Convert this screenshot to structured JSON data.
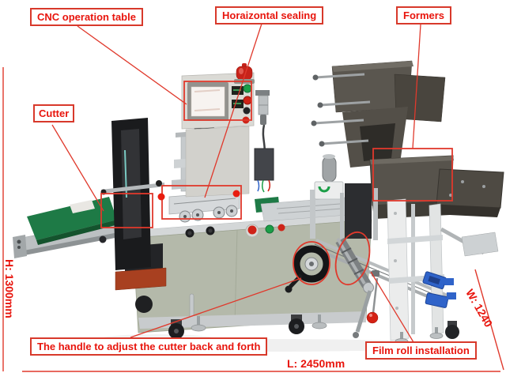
{
  "callouts": {
    "cnc_operation_table": {
      "label": "CNC operation table"
    },
    "horizontal_sealing": {
      "label": "Horaizontal sealing"
    },
    "formers": {
      "label": "Formers"
    },
    "cutter": {
      "label": "Cutter"
    },
    "cutter_handle": {
      "label": "The handle to adjust the cutter back and forth"
    },
    "film_roll": {
      "label": "Film roll installation"
    }
  },
  "dimensions": {
    "height": "H: 1300mm",
    "length": "L: 2450mm",
    "width": "W: 1240"
  },
  "colors": {
    "annotation_line": "#e0392c",
    "annotation_text": "#e8150d",
    "callout_border": "#d8392b",
    "callout_background": "#ffffff",
    "belt_green": "#1e7a46",
    "machine_body_green_gray": "#b4b9aa",
    "formers_dark_gray": "#57534c",
    "stainless_silver": "#c6cacc",
    "frame_white": "#ebecec",
    "clamp_blue": "#2f63c9",
    "beacon_red": "#c7231a",
    "base_orange": "#a84020",
    "background": "#ffffff"
  }
}
